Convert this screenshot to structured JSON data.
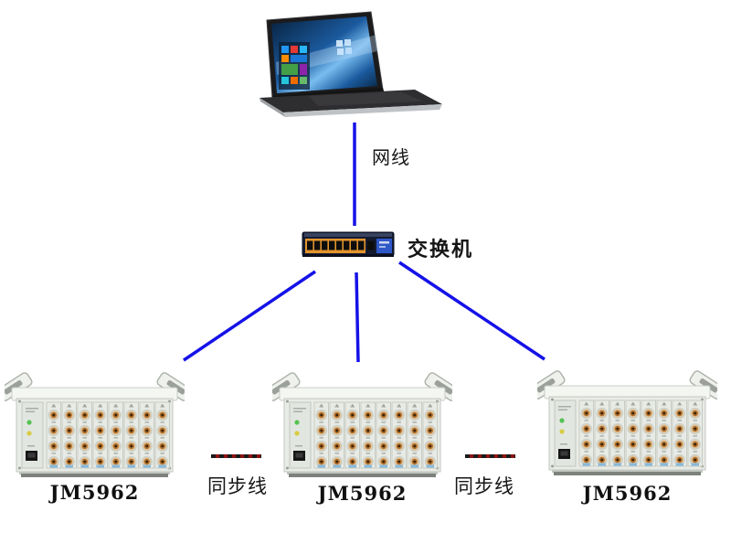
{
  "diagram": {
    "cable_label": "网线",
    "switch_label": "交换机",
    "sync_labels": [
      "同步线",
      "同步线"
    ],
    "devices": [
      {
        "label": "JM5962"
      },
      {
        "label": "JM5962"
      },
      {
        "label": "JM5962"
      }
    ],
    "icons": {
      "laptop": "laptop-illustration",
      "switch": "ethernet-switch-illustration",
      "instrument": "jm5962-chassis-illustration"
    },
    "colors": {
      "connection_line": "#1512e8",
      "sync_line_red": "#8c1312",
      "sync_line_dark": "#1a1a1a",
      "switch_body": "#141c33",
      "switch_port_panel": "#e2942c",
      "switch_logo_panel": "#2e57c8",
      "device_chassis": "#e9ece6",
      "bnc_copper": "#b0702c",
      "led_green": "#54c354",
      "led_yellow": "#d8cc45"
    }
  }
}
